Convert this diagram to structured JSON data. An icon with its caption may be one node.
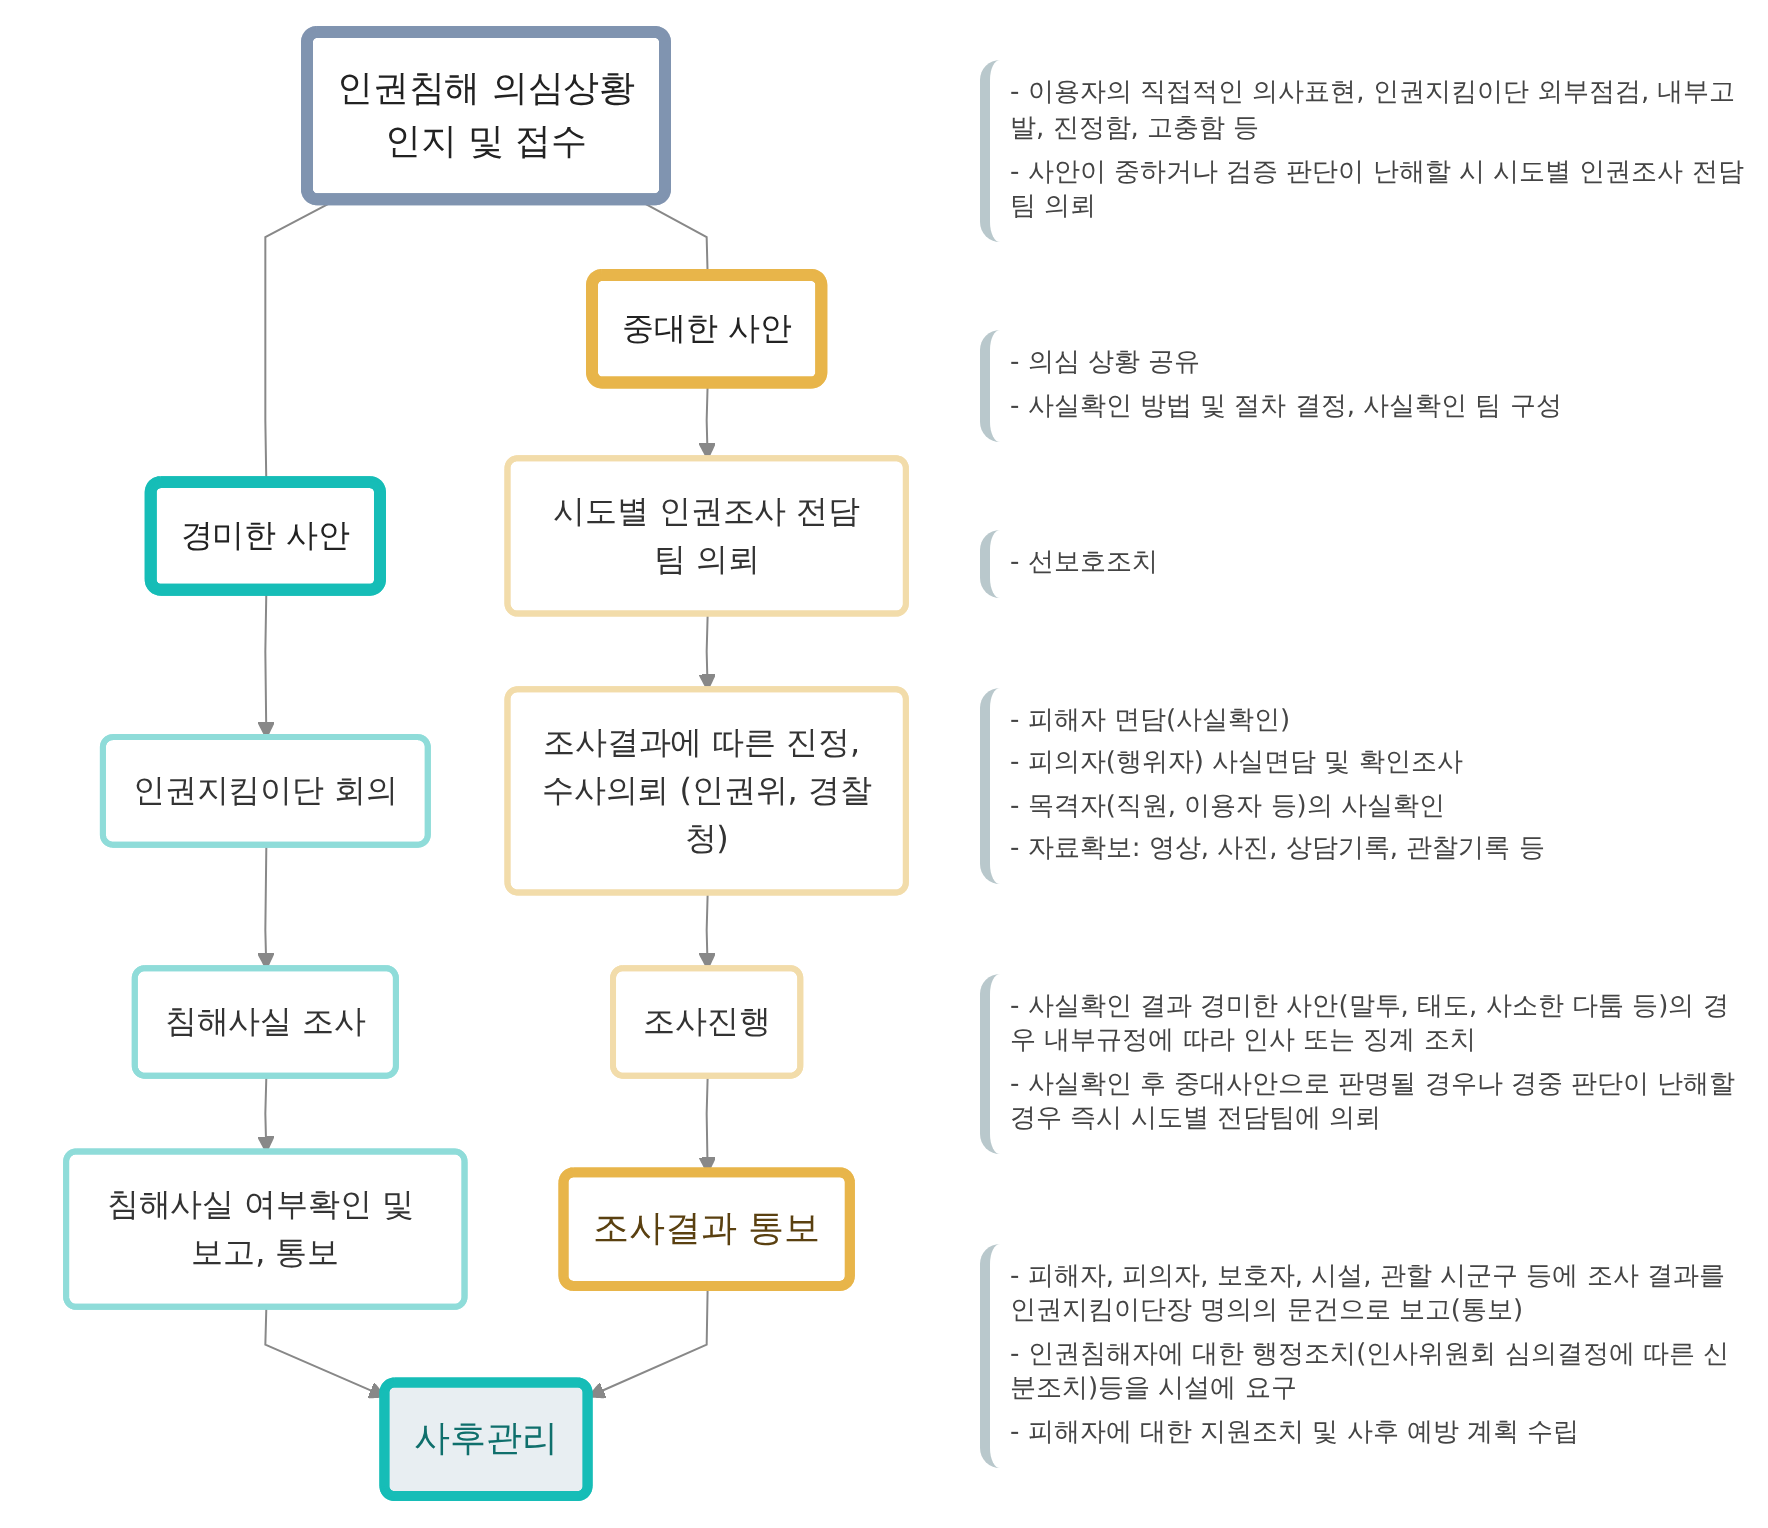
{
  "diagram": {
    "nodes": [
      {
        "text": [
          "인권침해 의심상황",
          "인지 및 접수"
        ],
        "beside": [
          "- 이용자의 직접적인 의사표현, 인권지킴이단 외부점검, 내부고발, 진정함, 고충함 등",
          "- 사안이 중하거나 검증 판단이 난해할 시 시도별 인권조사 전담팀 의뢰"
        ]
      },
      {
        "text": [
          "중대한 사안"
        ]
      },
      {
        "text": [
          "경미한 사안"
        ]
      },
      {
        "text": [
          "시도별 인권조사 전담팀 의뢰"
        ]
      },
      {
        "text": [
          "인권지킴이단 회의"
        ],
        "beside": [
          "- 의심 상황 공유",
          "- 사실확인 방법 및 절차 결정, 사실확인 팀 구성"
        ]
      },
      {
        "text": [
          "조사결과에 따른 진정, 수사의뢰 (인권위, 경찰청)"
        ]
      },
      {
        "text": [
          "침해사실 조사"
        ],
        "beside": [
          "- 피해자 면담(사실확인)",
          "- 피의자(행위자) 사실면담 및 확인조사",
          "- 목격자(직원, 이용자 등)의 사실확인",
          "- 자료확보: 영상, 사진, 상담기록, 관찰기록 등"
        ]
      },
      {
        "text": [
          "조사진행"
        ]
      },
      {
        "text": [
          "침해사실 여부확인 및 보고, 통보"
        ],
        "beside": [
          "- 사실확인 결과 경미한 사안(말투, 태도, 사소한 다툼 등)의 경우 내부규정에 따라 인사 또는 징계 조치",
          "- 사실확인 후 중대사안으로 판명될 경우나 경중 판단이 난해할 경우 즉시 시도별 전담팀에 의뢰"
        ]
      },
      {
        "text": [
          "조사결과 통보"
        ]
      },
      {
        "text": [
          "사후관리"
        ],
        "beside": [
          "- 피해자, 피의자, 보호자, 시설, 관할 시군구 등에 조사 결과를 인권지킴이단장 명의의 문건으로 보고(통보)",
          "- 인권침해자에 대한 행정조치(인사위원회 심의결정에 따른 신분조치)등을 시설에 요구",
          "- 피해자에 대한 지원조치 및 사후 예방 계획 수립"
        ]
      }
    ],
    "edges": [
      {
        "from": 0,
        "to": 1,
        "arrow": "none"
      },
      {
        "from": 0,
        "to": 2,
        "arrow": "none"
      },
      {
        "from": 1,
        "to": 3,
        "arrow": "to"
      },
      {
        "from": 3,
        "to": 5,
        "arrow": "to"
      },
      {
        "from": 5,
        "to": 7,
        "arrow": "to"
      },
      {
        "from": 7,
        "to": 9,
        "arrow": "to"
      },
      {
        "from": 2,
        "to": 4,
        "arrow": "to"
      },
      {
        "from": 4,
        "to": 6,
        "arrow": "to"
      },
      {
        "from": 6,
        "to": 8,
        "arrow": "to"
      },
      {
        "from": 8,
        "to": 10,
        "arrow": "to"
      },
      {
        "from": 9,
        "to": 10,
        "arrow": "to"
      }
    ],
    "labels": [
      "- 선보호조치"
    ]
  }
}
